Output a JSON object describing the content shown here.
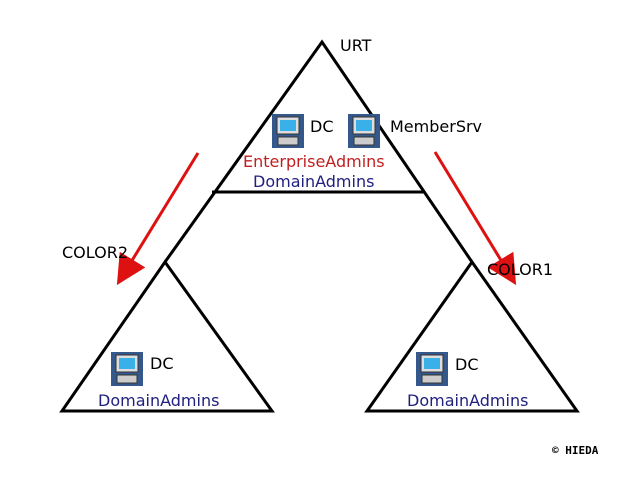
{
  "forest_root": {
    "label": "URT",
    "dc": "DC",
    "member": "MemberSrv",
    "groups": [
      "EnterpriseAdmins",
      "DomainAdmins"
    ]
  },
  "child_left": {
    "label": "COLOR2",
    "dc": "DC",
    "group": "DomainAdmins"
  },
  "child_right": {
    "label": "COLOR1",
    "dc": "DC",
    "group": "DomainAdmins"
  },
  "copyright": "© HIEDA",
  "colors": {
    "arrow": "#dd1111",
    "enterprise": "#c02020",
    "domain": "#202080"
  }
}
